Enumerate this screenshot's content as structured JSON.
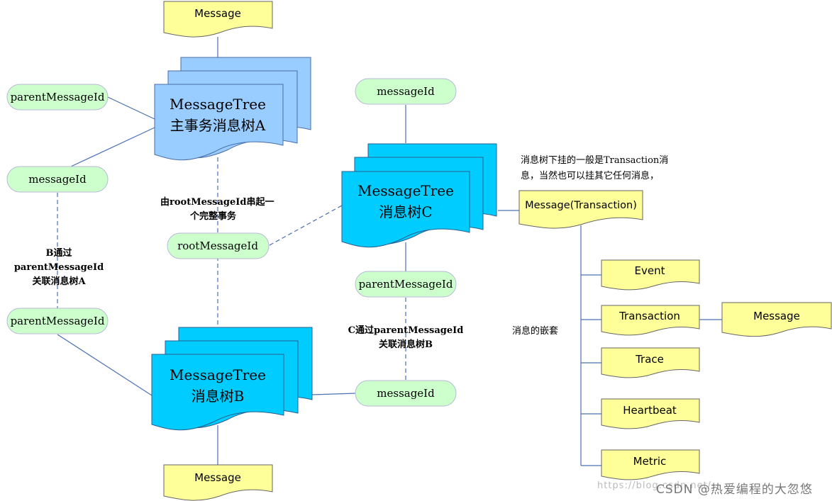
{
  "notes": {
    "root_link_1": "由rootMessageId串起一",
    "root_link_2": "个完整事务",
    "b_link_1": "B通过parentMessageId",
    "b_link_2": "关联消息树A",
    "c_link_1": "C通过parentMessageId",
    "c_link_2": "关联消息树B",
    "tree_children_1": "消息树下挂的一般是Transaction消",
    "tree_children_2": "息，当然也可以挂其它任何消息，",
    "nesting": "消息的嵌套"
  },
  "tree_a": {
    "title": "MessageTree",
    "subtitle": "主事务消息树A",
    "top_message": "Message",
    "parent_id": "parentMessageId",
    "message_id": "messageId"
  },
  "tree_b": {
    "title": "MessageTree",
    "subtitle": "消息树B",
    "bottom_message": "Message",
    "parent_id": "parentMessageId",
    "message_id": "messageId"
  },
  "tree_c": {
    "title": "MessageTree",
    "subtitle": "消息树C",
    "message_id": "messageId",
    "parent_id": "parentMessageId",
    "root_id": "rootMessageId"
  },
  "nesting": {
    "root": "Message(Transaction)",
    "children": [
      "Event",
      "Transaction",
      "Trace",
      "Heartbeat",
      "Metric"
    ],
    "nested_child": "Message"
  },
  "watermark": {
    "url": "https://blog.csdn.net/",
    "text": "CSDN @热爱编程的大忽悠"
  },
  "colors": {
    "doc_yellow": "#ffff99",
    "pill_green": "#ccffcc",
    "tree_a_blue": "#99ccff",
    "tree_bc_cyan": "#00ccff",
    "line": "#4a70b5"
  }
}
